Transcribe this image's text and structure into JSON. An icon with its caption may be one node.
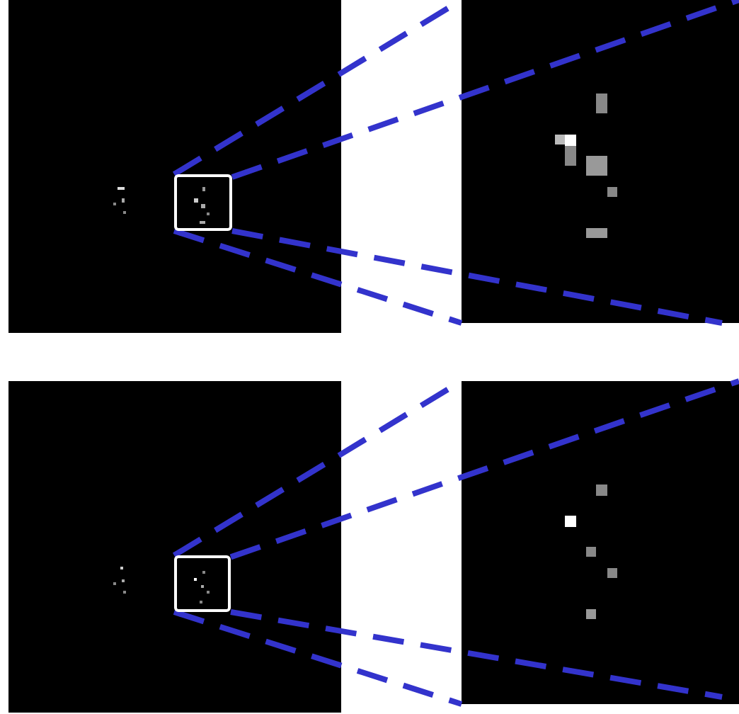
{
  "diagram": {
    "nodes": [
      {
        "text": [],
        "shape": "picture"
      },
      {
        "text": [],
        "shape": "box",
        "in": 0
      },
      {
        "text": [],
        "shape": "picture"
      },
      {
        "text": [],
        "shape": "picture"
      },
      {
        "text": [],
        "shape": "box",
        "in": 3
      },
      {
        "text": [],
        "shape": "picture"
      }
    ],
    "edges": [
      {
        "from": 1,
        "to": 2,
        "arrow": "none",
        "style": "dashed",
        "color": "#3333cc"
      },
      {
        "from": 1,
        "to": 2,
        "arrow": "none",
        "style": "dashed",
        "color": "#3333cc"
      },
      {
        "from": 1,
        "to": 2,
        "arrow": "none",
        "style": "dashed",
        "color": "#3333cc"
      },
      {
        "from": 1,
        "to": 2,
        "arrow": "none",
        "style": "dashed",
        "color": "#3333cc"
      },
      {
        "from": 4,
        "to": 5,
        "arrow": "none",
        "style": "dashed",
        "color": "#3333cc"
      },
      {
        "from": 4,
        "to": 5,
        "arrow": "none",
        "style": "dashed",
        "color": "#3333cc"
      },
      {
        "from": 4,
        "to": 5,
        "arrow": "none",
        "style": "dashed",
        "color": "#3333cc"
      },
      {
        "from": 4,
        "to": 5,
        "arrow": "none",
        "style": "dashed",
        "color": "#3333cc"
      }
    ]
  }
}
